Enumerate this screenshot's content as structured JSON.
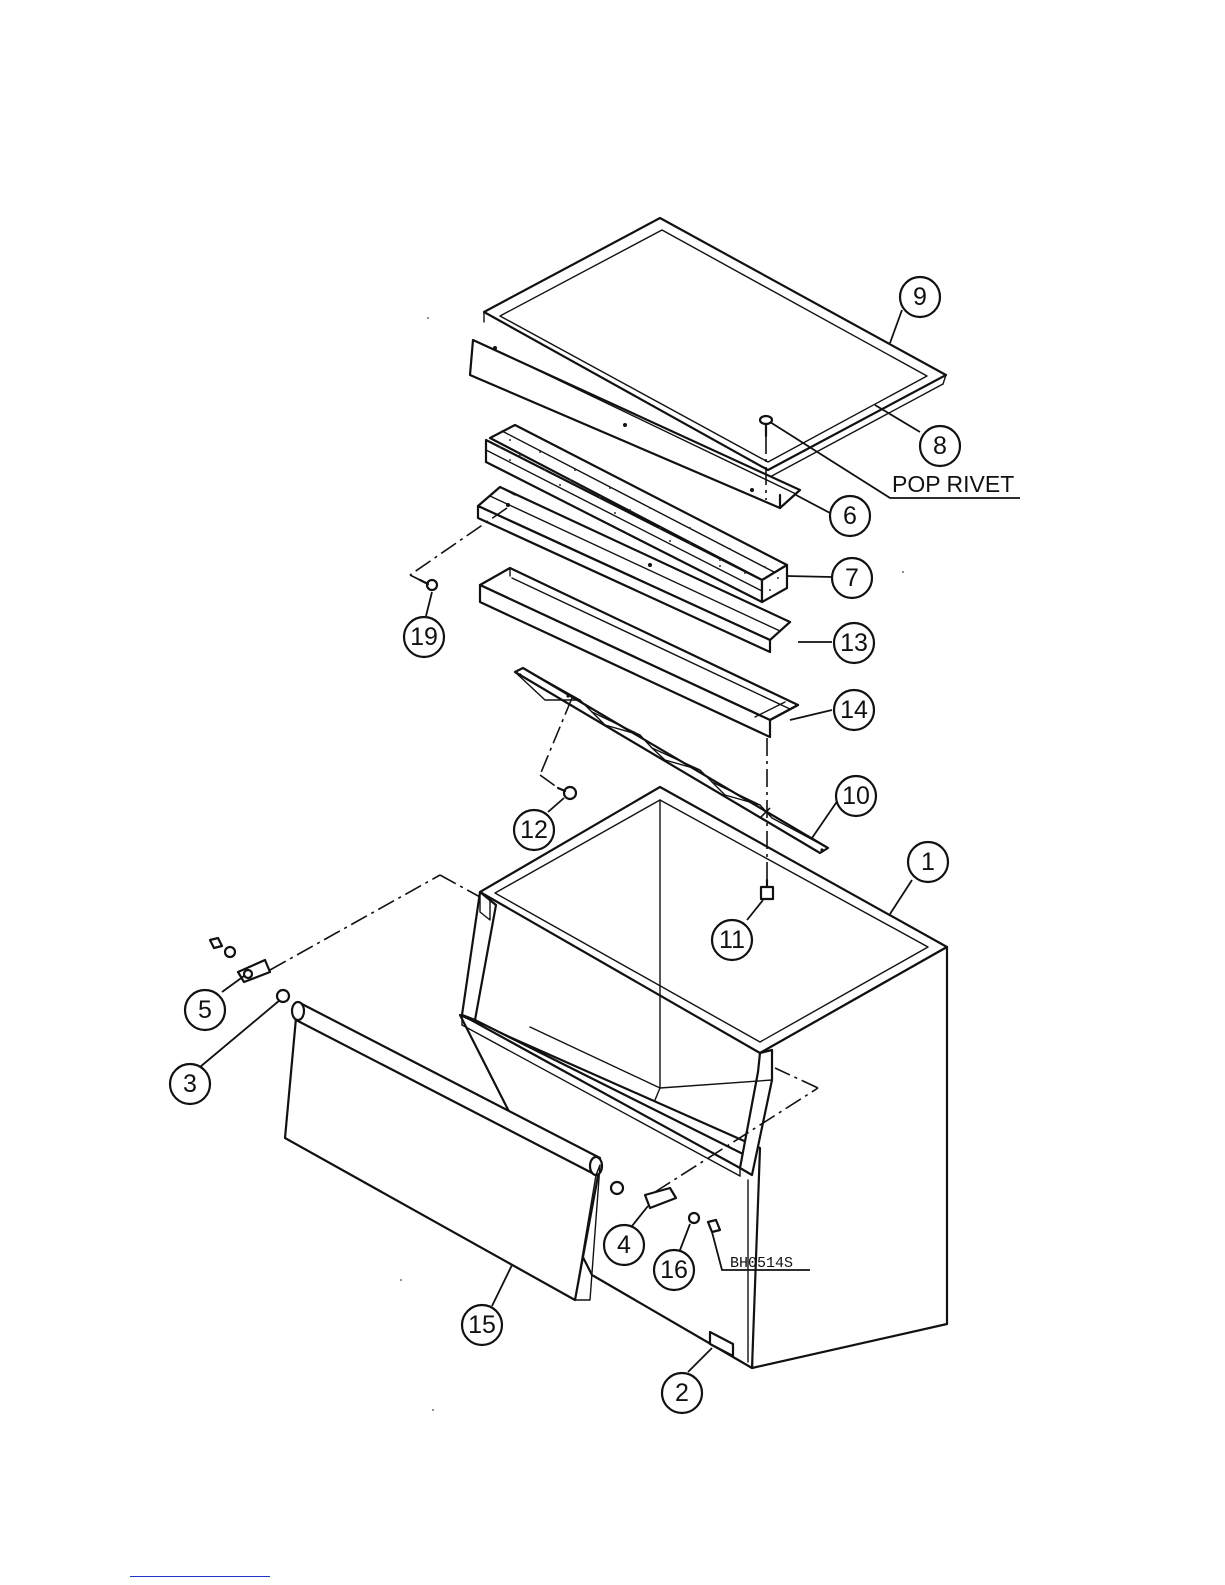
{
  "diagram": {
    "labels": {
      "pop_rivet": "POP RIVET",
      "part_code": "BH0514S"
    },
    "callouts": [
      {
        "id": "c9",
        "label": "9"
      },
      {
        "id": "c8",
        "label": "8"
      },
      {
        "id": "c6",
        "label": "6"
      },
      {
        "id": "c7",
        "label": "7"
      },
      {
        "id": "c19",
        "label": "19"
      },
      {
        "id": "c13",
        "label": "13"
      },
      {
        "id": "c14",
        "label": "14"
      },
      {
        "id": "c10",
        "label": "10"
      },
      {
        "id": "c12",
        "label": "12"
      },
      {
        "id": "c1",
        "label": "1"
      },
      {
        "id": "c11",
        "label": "11"
      },
      {
        "id": "c5",
        "label": "5"
      },
      {
        "id": "c3",
        "label": "3"
      },
      {
        "id": "c4",
        "label": "4"
      },
      {
        "id": "c16",
        "label": "16"
      },
      {
        "id": "c15",
        "label": "15"
      },
      {
        "id": "c2",
        "label": "2"
      }
    ]
  }
}
